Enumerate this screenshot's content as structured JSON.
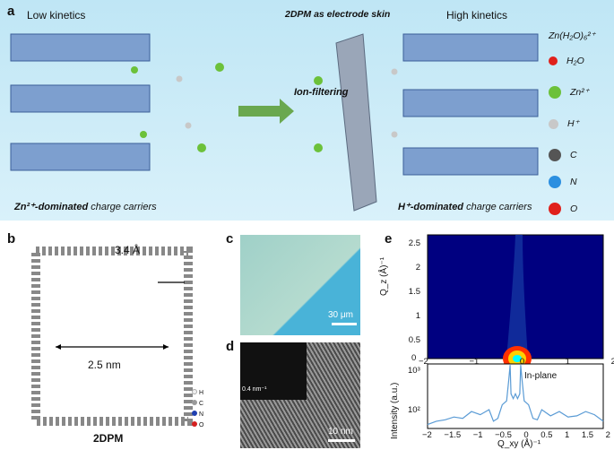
{
  "panels": {
    "a": {
      "letter": "a",
      "left_title": "Low kinetics",
      "right_title": "High kinetics",
      "center_title": "2DPM as electrode skin",
      "arrow_label": "Ion-filtering",
      "left_caption_bold": "Zn²⁺-dominated",
      "left_caption_rest": " charge carriers",
      "right_caption_bold": "H⁺-dominated",
      "right_caption_rest": " charge carriers",
      "legend": [
        {
          "label": "Zn(H₂O)₆²⁺",
          "color": "#6cc13a"
        },
        {
          "label": "H₂O",
          "color": "#e0201b"
        },
        {
          "label": "Zn²⁺",
          "color": "#6cc13a"
        },
        {
          "label": "H⁺",
          "color": "#c8c8c8"
        },
        {
          "label": "C",
          "color": "#555555"
        },
        {
          "label": "N",
          "color": "#2b8fe0"
        },
        {
          "label": "O",
          "color": "#e0201b"
        }
      ]
    },
    "b": {
      "letter": "b",
      "label_spacing": "3.4 Å",
      "label_pore": "2.5 nm",
      "name": "2DPM",
      "legend": [
        {
          "label": "H",
          "color": "#f0f0f0"
        },
        {
          "label": "C",
          "color": "#9a9a9a"
        },
        {
          "label": "N",
          "color": "#1f3fb0"
        },
        {
          "label": "O",
          "color": "#d42020"
        }
      ]
    },
    "c": {
      "letter": "c",
      "scale": "30 μm"
    },
    "d": {
      "letter": "d",
      "scale": "10 nm",
      "inset_scale": "0.4 nm⁻¹"
    },
    "e": {
      "letter": "e",
      "top_ylabel": "Q_z (Å)⁻¹",
      "bottom_ylabel": "Intensity (a.u.)",
      "bottom_xlabel": "Q_xy (Å)⁻¹",
      "inset_label": "In-plane",
      "top_yticks": [
        "2.5",
        "2",
        "1.5",
        "1",
        "0.5",
        "0"
      ],
      "top_xticks": [
        "−2",
        "−1",
        "0",
        "1",
        "2"
      ],
      "bottom_xticks": [
        "−2",
        "−1.5",
        "−1",
        "−0.5",
        "0",
        "0.5",
        "1",
        "1.5",
        "2"
      ],
      "bottom_yticks": [
        "10³",
        "10²"
      ]
    }
  },
  "chart_data": {
    "type": "line",
    "title": "",
    "xlabel": "Q_xy (Å)⁻¹",
    "ylabel": "Intensity (a.u.)",
    "xlim": [
      -2,
      2
    ],
    "ylim_log": [
      50,
      1000
    ],
    "x": [
      -2,
      -1.8,
      -1.6,
      -1.4,
      -1.2,
      -1.0,
      -0.8,
      -0.6,
      -0.5,
      -0.4,
      -0.3,
      -0.2,
      -0.15,
      -0.12,
      -0.1,
      -0.05,
      0,
      0.05,
      0.1,
      0.12,
      0.15,
      0.2,
      0.3,
      0.4,
      0.5,
      0.6,
      0.8,
      1.0,
      1.2,
      1.4,
      1.6,
      1.8,
      2.0
    ],
    "y": [
      60,
      70,
      75,
      85,
      80,
      110,
      95,
      120,
      70,
      80,
      150,
      180,
      500,
      950,
      250,
      200,
      250,
      200,
      250,
      950,
      500,
      180,
      150,
      80,
      75,
      120,
      90,
      110,
      85,
      90,
      110,
      95,
      70
    ]
  }
}
